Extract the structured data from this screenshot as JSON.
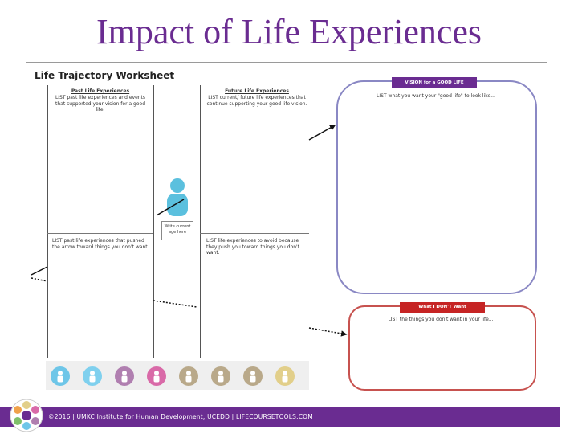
{
  "slide": {
    "title": "Impact of Life Experiences",
    "footer": "©2016 | UMKC Institute for Human Development, UCEDD | LIFECOURSETOOLS.COM"
  },
  "worksheet": {
    "title": "Life Trajectory Worksheet",
    "past": {
      "heading": "Past Life Experiences",
      "positive_text": "LIST past life experiences and events that supported your vision for a good life.",
      "negative_text": "LIST past life experiences that pushed the arrow toward things you don't want."
    },
    "future": {
      "heading": "Future Life Experiences",
      "positive_text": "LIST current/ future life experiences that continue supporting your good life vision.",
      "negative_text": "LIST life experiences to avoid because they push you toward things you don't want."
    },
    "current_age_label": "Write current age here",
    "vision": {
      "tag": "VISION for a GOOD LIFE",
      "text": "LIST what you want your \"good life\" to look like..."
    },
    "dont_want": {
      "tag": "What I DON'T Want",
      "text": "LIST the things you don't want in your life..."
    },
    "life_stage_icons": [
      {
        "name": "infant-icon",
        "color": "#6ec6e8"
      },
      {
        "name": "children-icon",
        "color": "#7fd0ee"
      },
      {
        "name": "youth-icon",
        "color": "#b07fb0"
      },
      {
        "name": "teen-icon",
        "color": "#d96aa8"
      },
      {
        "name": "adult-icon",
        "color": "#b9a98a"
      },
      {
        "name": "couple-icon",
        "color": "#b9a98a"
      },
      {
        "name": "family-icon",
        "color": "#b9a98a"
      },
      {
        "name": "elder-icon",
        "color": "#e2cf8a"
      }
    ]
  },
  "colors": {
    "brand_purple": "#6a2c91",
    "vision_border": "#8a88c4",
    "dont_red": "#c62424",
    "person_teal": "#5bc0de"
  }
}
